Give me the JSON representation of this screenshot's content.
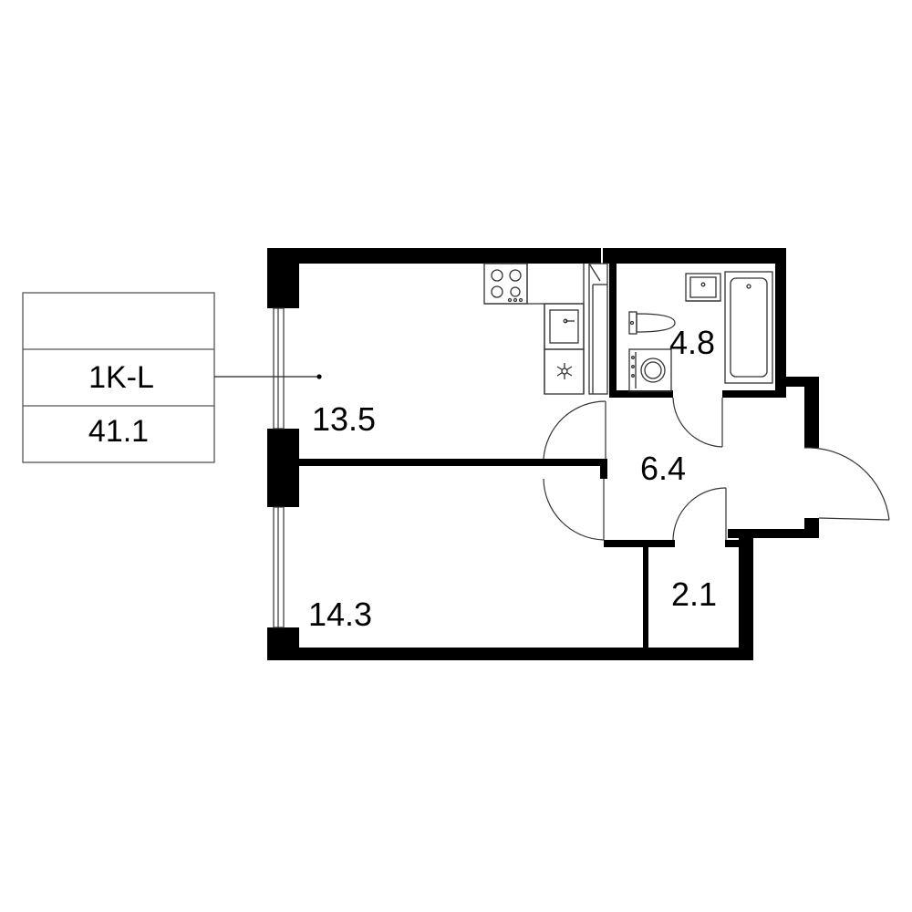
{
  "legend": {
    "top": "",
    "type": "1K-L",
    "total_area": "41.1"
  },
  "rooms": {
    "living": "13.5",
    "bedroom": "14.3",
    "bathroom": "4.8",
    "hall": "6.4",
    "storage": "2.1"
  },
  "colors": {
    "wall": "#000000",
    "background": "#ffffff",
    "fixture_line": "#333333"
  }
}
